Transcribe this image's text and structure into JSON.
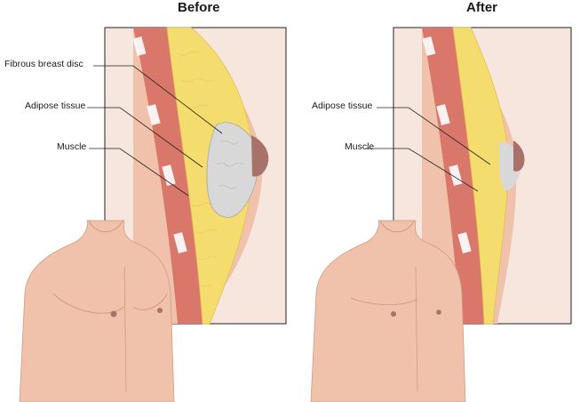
{
  "before": {
    "title": "Before",
    "labels": {
      "fibrous_disc": "Fibrous breast disc",
      "adipose": "Adipose tissue",
      "muscle": "Muscle"
    }
  },
  "after": {
    "title": "After",
    "labels": {
      "adipose": "Adipose tissue",
      "muscle": "Muscle"
    }
  },
  "colors": {
    "skin": "#f0c2ab",
    "skin_shadow": "#d99a7e",
    "muscle": "#d9786a",
    "muscle_band": "#c45f52",
    "adipose": "#f5dc6e",
    "fibrous": "#d8d8d8",
    "nipple": "#a8716a",
    "chest_wall": "#f3c9b8",
    "frame": "#222222"
  }
}
